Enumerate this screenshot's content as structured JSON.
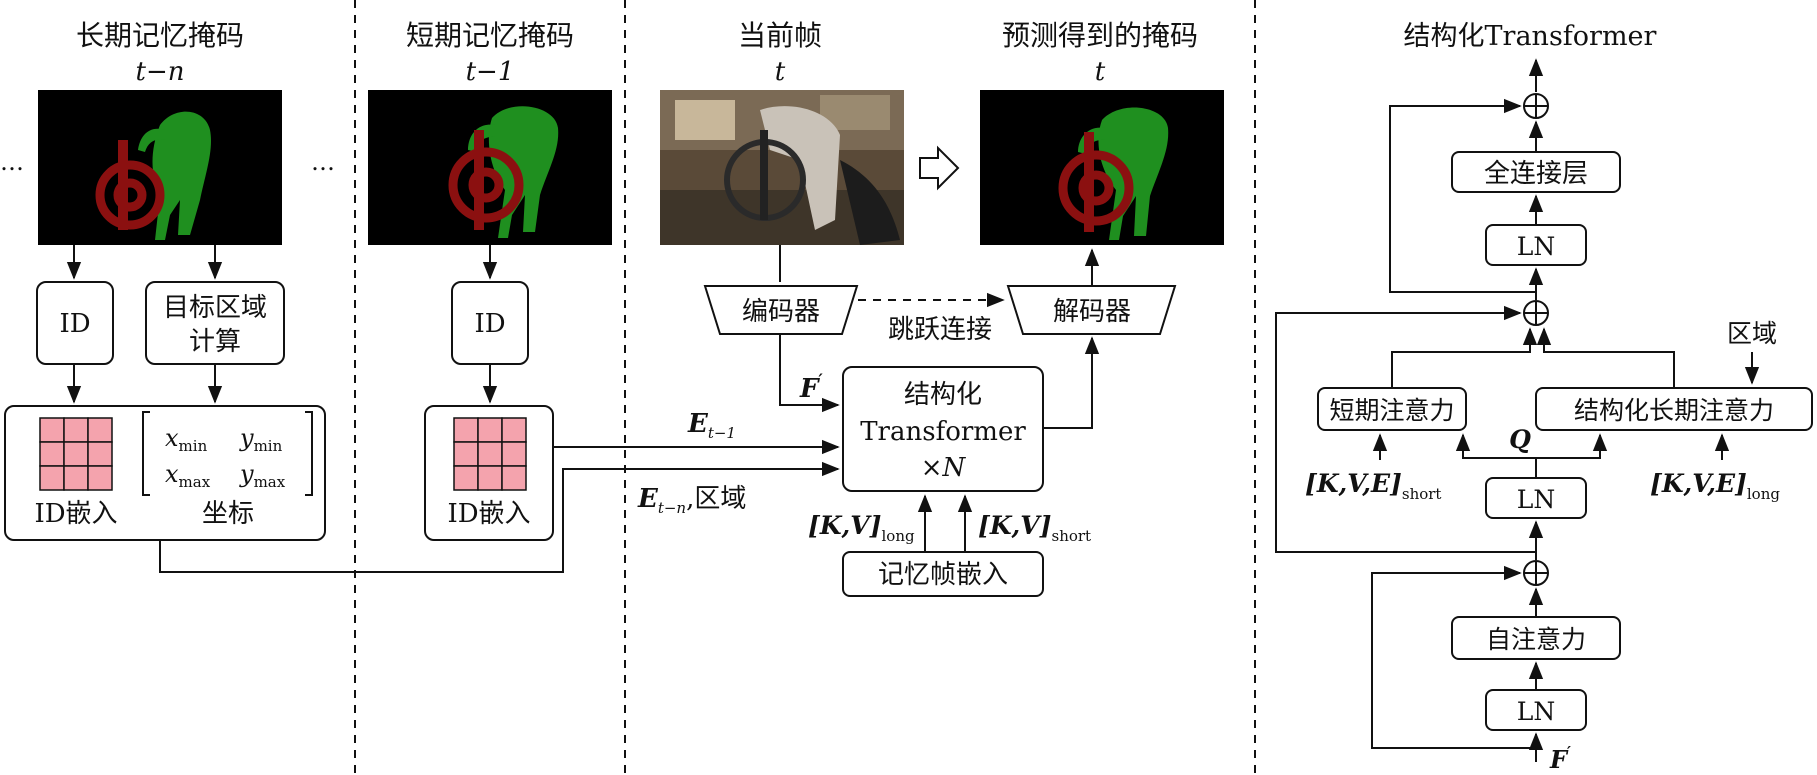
{
  "sections": {
    "long_memory": {
      "title": "长期记忆掩码",
      "time": "t−n"
    },
    "short_memory": {
      "title": "短期记忆掩码",
      "time": "t−1"
    },
    "current_frame": {
      "title": "当前帧",
      "time": "t"
    },
    "predicted_mask": {
      "title": "预测得到的掩码",
      "time": "t"
    },
    "structured_transformer": {
      "title": "结构化Transformer"
    }
  },
  "ellipsis": "…",
  "boxes": {
    "id_long": "ID",
    "target_region_line1": "目标区域",
    "target_region_line2": "计算",
    "id_short": "ID",
    "id_embed_long": "ID嵌入",
    "coords_label": "坐标",
    "id_embed_short": "ID嵌入",
    "encoder": "编码器",
    "decoder": "解码器",
    "skip_connection": "跳跃连接",
    "transformer_line1": "结构化",
    "transformer_line2": "Transformer",
    "transformer_line3": "×N",
    "memory_embed": "记忆帧嵌入"
  },
  "coords": {
    "xmin": "x",
    "xmin_sub": "min",
    "ymin": "y",
    "ymin_sub": "min",
    "xmax": "x",
    "xmax_sub": "max",
    "ymax": "y",
    "ymax_sub": "max"
  },
  "labels": {
    "f_prime": "F",
    "f_prime_sup": "′",
    "e_t1": "E",
    "e_t1_sub": "t−1",
    "e_tn": "E",
    "e_tn_sub": "t−n",
    "e_tn_suffix": ",区域",
    "kv_long": "[K,V]",
    "kv_long_sub": "long",
    "kv_short": "[K,V]",
    "kv_short_sub": "short"
  },
  "right_panel": {
    "fc_layer": "全连接层",
    "ln1": "LN",
    "ln2": "LN",
    "ln3": "LN",
    "short_attention": "短期注意力",
    "structured_long_attention": "结构化长期注意力",
    "self_attention": "自注意力",
    "region": "区域",
    "q": "Q",
    "kve_short": "[K,V,E]",
    "kve_short_sub": "short",
    "kve_long": "[K,V,E]",
    "kve_long_sub": "long",
    "f_prime": "F",
    "f_prime_sup": "′"
  }
}
